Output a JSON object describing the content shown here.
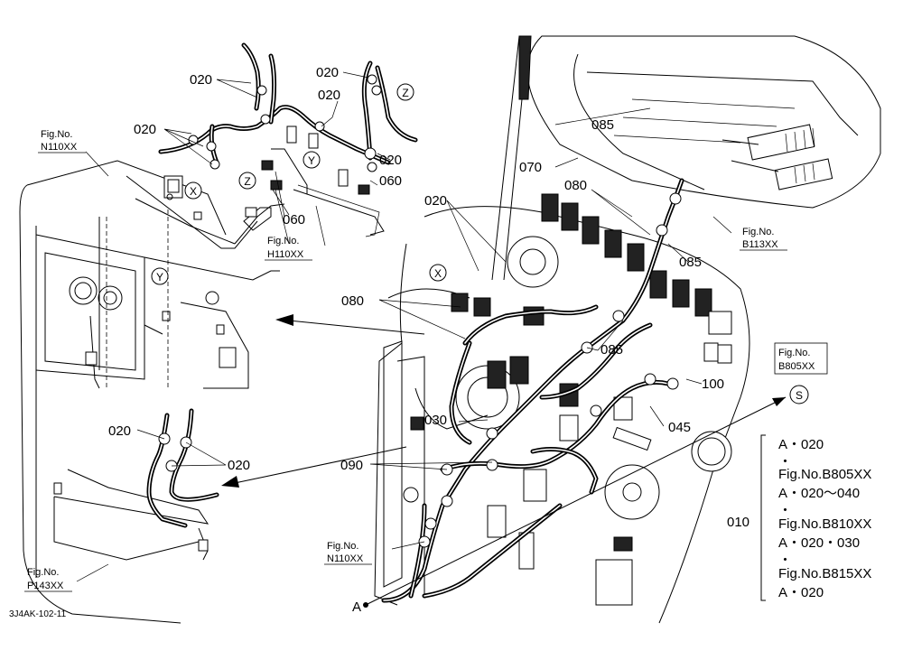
{
  "diagram": {
    "drawing_code": "3J4AK-102-11",
    "part_labels": {
      "p020": "020",
      "p030": "030",
      "p045": "045",
      "p060": "060",
      "p070": "070",
      "p080": "080",
      "p085": "085",
      "p090": "090",
      "p100": "100",
      "p010": "010"
    },
    "markers": {
      "x": "X",
      "y": "Y",
      "z": "Z",
      "s": "S",
      "a": "A"
    },
    "figure_refs": {
      "fig_label": "Fig.No.",
      "n110": "N110XX",
      "h110": "H110XX",
      "b113": "B113XX",
      "b805": "B805XX",
      "p143": "P143XX"
    },
    "legend": {
      "line1": "A・020",
      "dot1": "・",
      "line2": "Fig.No.B805XX",
      "line3": "A・020～040",
      "dot2": "・",
      "line4": "Fig.No.B810XX",
      "line5": "A・020・030",
      "dot3": "・",
      "line6": "Fig.No.B815XX",
      "line7": "A・020"
    }
  }
}
